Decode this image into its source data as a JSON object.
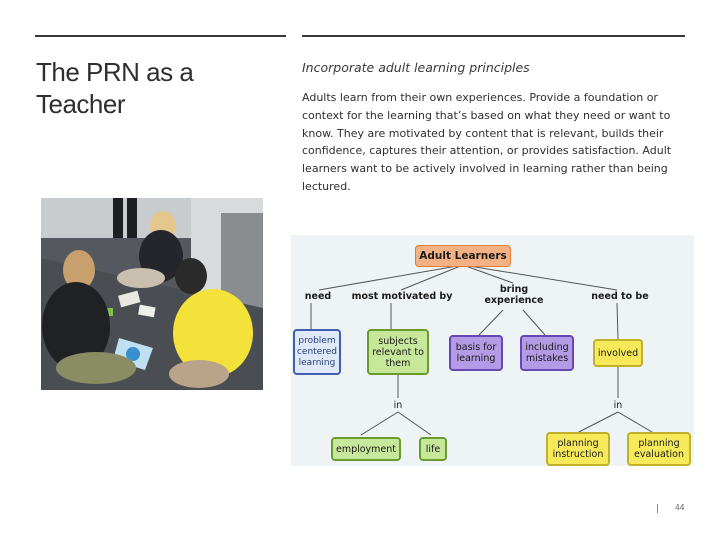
{
  "slide": {
    "title": "The PRN as a\nTeacher",
    "subtitle": "Incorporate adult learning principles",
    "body": "Adults learn from their own experiences. Provide a foundation or context for the learning that’s based on what they need or want to know. They are motivated by content that is relevant, builds their confidence, captures their attention, or provides satisfaction. Adult learners want to be actively involved in learning rather than being lectured.",
    "page_number": "44"
  },
  "concept_map": {
    "root": "Adult Learners",
    "link_labels": {
      "need": "need",
      "most_motivated_by": "most motivated by",
      "bring_experience": "bring\nexperience",
      "need_to_be": "need to be",
      "in_left": "in",
      "in_right": "in"
    },
    "nodes": {
      "problem_centered": "problem\ncentered\nlearning",
      "subjects_relevant": "subjects\nrelevant to\nthem",
      "basis_for_learning": "basis for\nlearning",
      "including_mistakes": "including\nmistakes",
      "involved": "involved",
      "employment": "employment",
      "life": "life",
      "planning_instruction": "planning\ninstruction",
      "planning_evaluation": "planning\nevaluation"
    }
  }
}
